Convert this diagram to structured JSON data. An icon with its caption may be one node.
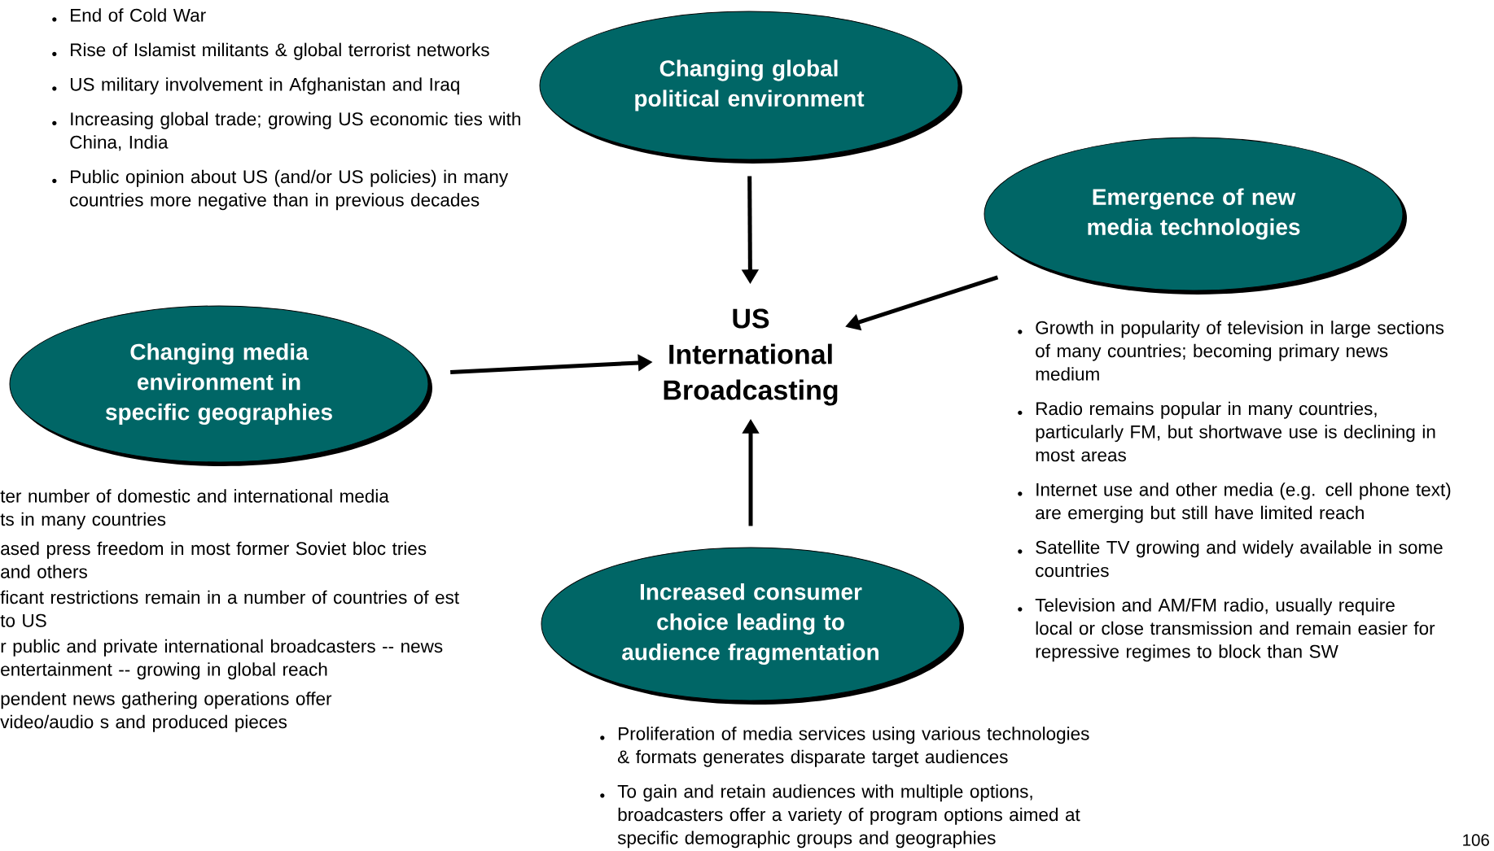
{
  "diagram": {
    "nodes": [
      {
        "text": [
          "US International Broadcasting"
        ]
      },
      {
        "text": [
          "Changing global political environment"
        ],
        "beside": [
          "End of Cold War",
          "Rise of Islamist militants & global terrorist networks",
          "US military involvement in Afghanistan and Iraq",
          "Increasing global trade; growing US economic ties with China, India",
          "Public opinion about US (and/or US policies) in many countries more negative than in previous decades"
        ]
      },
      {
        "text": [
          "Emergence of new media technologies"
        ],
        "beside": [
          "Growth in popularity of television in large sections of many countries; becoming primary news medium",
          "Radio remains popular in many countries, particularly FM, but shortwave use is declining in most areas",
          "Internet use and other media (e.g. cell phone text) are emerging but still have limited reach",
          "Satellite TV growing and widely available in some countries",
          "Television and AM/FM radio, usually require local or close transmission and remain easier for repressive regimes to block than SW"
        ]
      },
      {
        "text": [
          "Changing media environment in specific geographies"
        ],
        "beside": [
          "ter number of domestic and international media ts in many countries",
          "ased press freedom in most former Soviet bloc tries and others",
          "ficant restrictions remain in a number of countries of est to US",
          "r public and private international broadcasters  -- news entertainment -- growing in global reach",
          "pendent news gathering operations offer video/audio s and produced pieces"
        ]
      },
      {
        "text": [
          "Increased consumer choice leading to audience fragmentation"
        ],
        "beside": [
          "Proliferation of media services using various technologies & formats generates disparate target audiences",
          "To gain and retain audiences with multiple options, broadcasters offer a variety of program options aimed at specific demographic groups and geographies"
        ]
      }
    ],
    "edges": [
      {
        "from": 1,
        "to": 0,
        "arrow": "to"
      },
      {
        "from": 2,
        "to": 0,
        "arrow": "to"
      },
      {
        "from": 3,
        "to": 0,
        "arrow": "to"
      },
      {
        "from": 4,
        "to": 0,
        "arrow": "to"
      }
    ],
    "labels": [
      "106"
    ]
  }
}
